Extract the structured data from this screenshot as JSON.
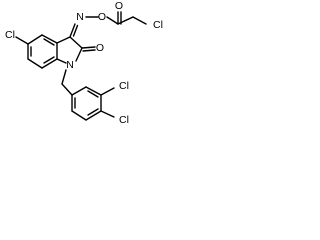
{
  "molecule": {
    "atoms": {
      "cl_top_left": "Cl",
      "n_oxime": "N",
      "o_oxime": "O",
      "o_ester": "O",
      "cl_top_right": "Cl",
      "n_ring": "N",
      "o_lactam": "O",
      "cl_benzyl_upper": "Cl",
      "cl_benzyl_lower": "Cl"
    }
  }
}
